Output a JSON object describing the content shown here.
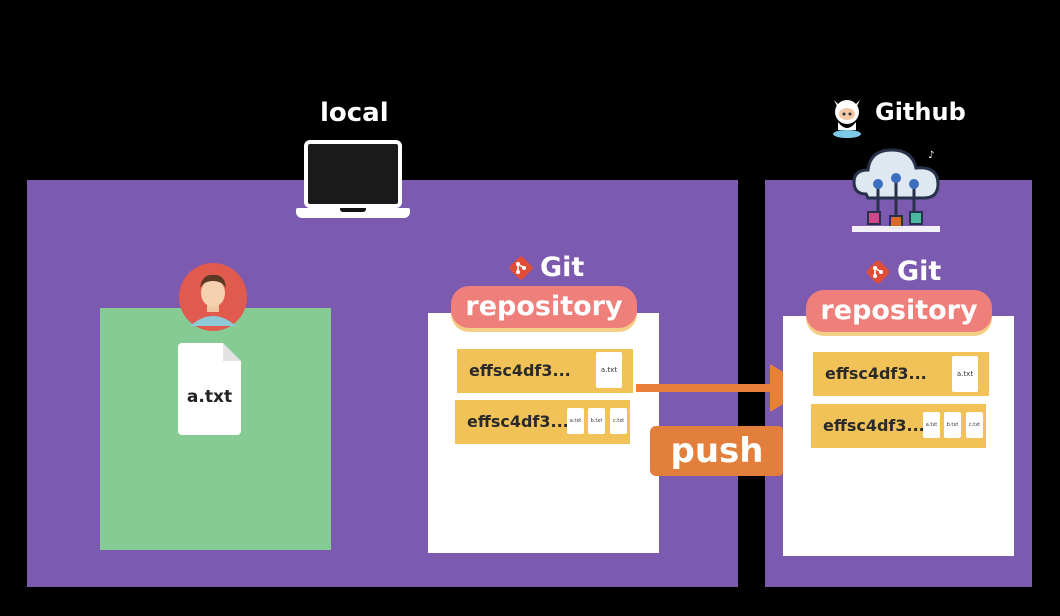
{
  "labels": {
    "local": "local",
    "github": "Github",
    "git": "Git",
    "repository": "repository",
    "push": "push"
  },
  "local_panel": {
    "work_file": "a.txt",
    "commits": [
      {
        "hash": "effsc4df3...",
        "files": [
          "a.txt"
        ]
      },
      {
        "hash": "effsc4df3...",
        "files": [
          "a.txt",
          "b.txt",
          "c.txt"
        ]
      }
    ]
  },
  "github_panel": {
    "commits": [
      {
        "hash": "effsc4df3...",
        "files": [
          "a.txt"
        ]
      },
      {
        "hash": "effsc4df3...",
        "files": [
          "a.txt",
          "b.txt",
          "c.txt"
        ]
      }
    ]
  },
  "colors": {
    "panel": "#7b5aaf",
    "workdir": "#85cb93",
    "repository_pill": "#ef7f7a",
    "commit": "#f0c258",
    "push": "#e27f3c",
    "arrow": "#e9803a"
  }
}
